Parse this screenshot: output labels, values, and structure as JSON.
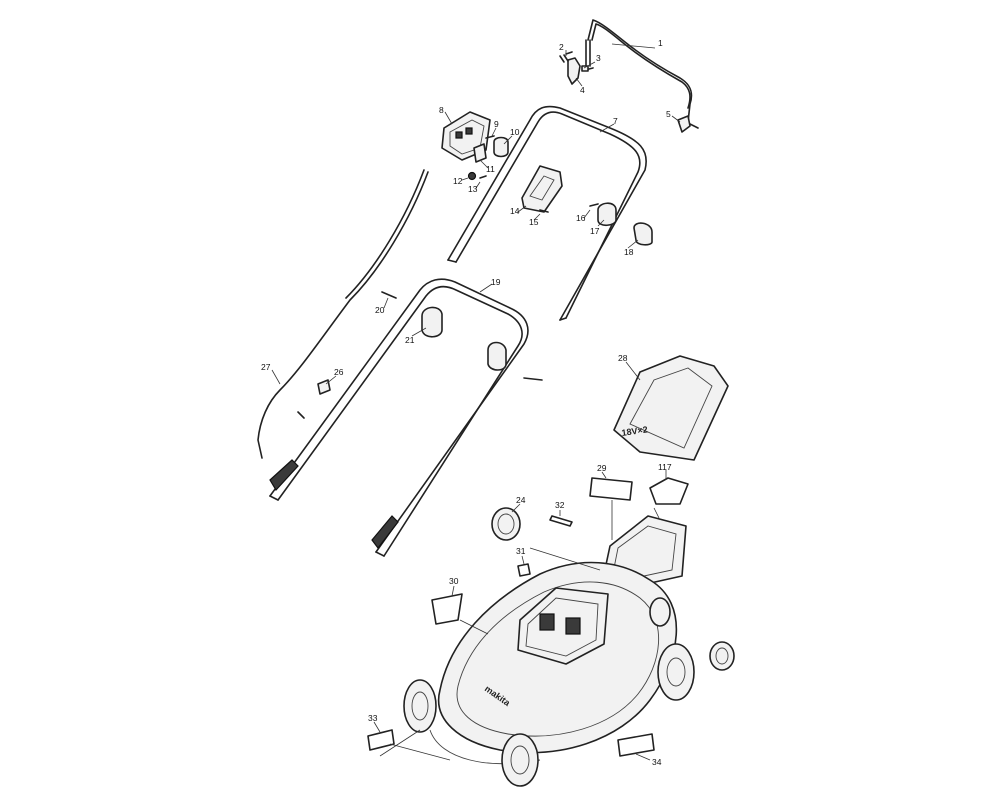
{
  "diagram": {
    "deck_logo": "makita",
    "cover_logo": "18V×2",
    "callouts": [
      {
        "id": "1",
        "label": "1"
      },
      {
        "id": "2",
        "label": "2"
      },
      {
        "id": "3",
        "label": "3"
      },
      {
        "id": "4",
        "label": "4"
      },
      {
        "id": "5",
        "label": "5"
      },
      {
        "id": "7",
        "label": "7"
      },
      {
        "id": "8",
        "label": "8"
      },
      {
        "id": "9",
        "label": "9"
      },
      {
        "id": "10",
        "label": "10"
      },
      {
        "id": "11",
        "label": "11"
      },
      {
        "id": "12",
        "label": "12"
      },
      {
        "id": "13",
        "label": "13"
      },
      {
        "id": "14",
        "label": "14"
      },
      {
        "id": "15",
        "label": "15"
      },
      {
        "id": "16",
        "label": "16"
      },
      {
        "id": "17",
        "label": "17"
      },
      {
        "id": "18",
        "label": "18"
      },
      {
        "id": "19",
        "label": "19"
      },
      {
        "id": "20",
        "label": "20"
      },
      {
        "id": "21",
        "label": "21"
      },
      {
        "id": "24",
        "label": "24"
      },
      {
        "id": "26",
        "label": "26"
      },
      {
        "id": "27",
        "label": "27"
      },
      {
        "id": "28",
        "label": "28"
      },
      {
        "id": "29",
        "label": "29"
      },
      {
        "id": "30",
        "label": "30"
      },
      {
        "id": "31",
        "label": "31"
      },
      {
        "id": "32",
        "label": "32"
      },
      {
        "id": "33",
        "label": "33"
      },
      {
        "id": "34",
        "label": "34"
      },
      {
        "id": "117",
        "label": "117"
      }
    ]
  }
}
